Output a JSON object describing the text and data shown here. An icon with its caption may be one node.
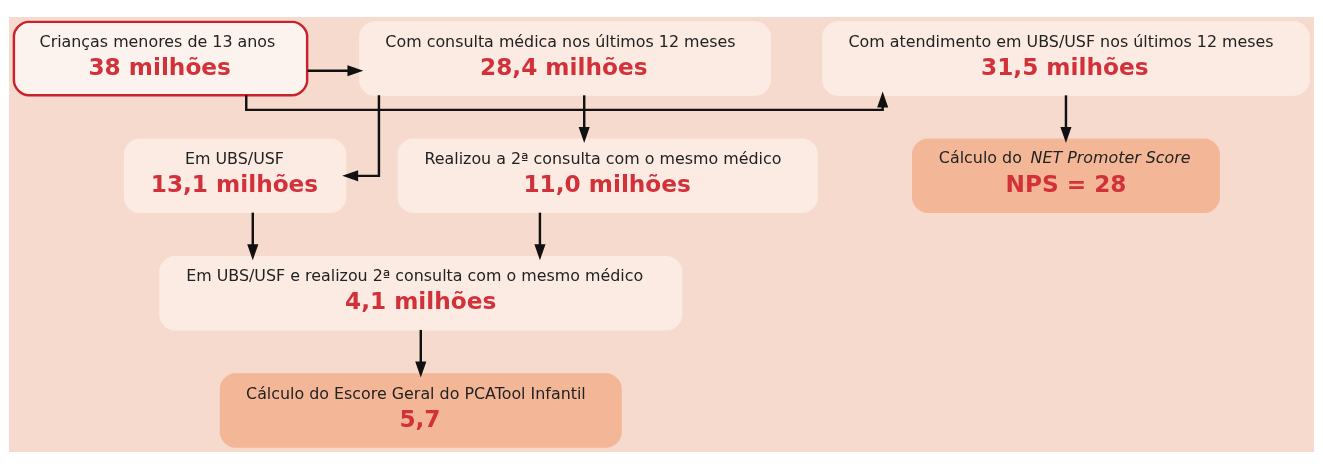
{
  "diagram": {
    "nodes": [
      {
        "text": [
          "Crianças menores de 13 anos",
          "38 milhões"
        ]
      },
      {
        "text": [
          "Com atendimento em UBS/USF nos últimos 12 meses",
          "31,5 milhões"
        ]
      },
      {
        "text": [
          "Com consulta médica nos últimos 12 meses",
          "28,4 milhões"
        ]
      },
      {
        "text": [
          "Cálculo do *NET Promoter Score*",
          "NPS = 28"
        ]
      },
      {
        "text": [
          "Em UBS/USF",
          "13,1 milhões"
        ]
      },
      {
        "text": [
          "Realizou a 2ª consulta com o mesmo médico",
          "11,0 milhões"
        ]
      },
      {
        "text": [
          "Em UBS/USF e realizou 2ª consulta com o mesmo médico",
          "4,1 milhões"
        ]
      },
      {
        "text": [
          "Cálculo do Escore Geral do PCATool Infantil",
          "5,7"
        ]
      }
    ],
    "edges": [
      {
        "from": 0,
        "to": 1,
        "arrow": "to"
      },
      {
        "from": 0,
        "to": 2,
        "arrow": "to"
      },
      {
        "from": 1,
        "to": 3,
        "arrow": "to"
      },
      {
        "from": 2,
        "to": 4,
        "arrow": "to"
      },
      {
        "from": 2,
        "to": 5,
        "arrow": "to"
      },
      {
        "from": 4,
        "to": 6,
        "arrow": "to"
      },
      {
        "from": 5,
        "to": 6,
        "arrow": "to"
      },
      {
        "from": 6,
        "to": 7,
        "arrow": "to"
      }
    ]
  }
}
